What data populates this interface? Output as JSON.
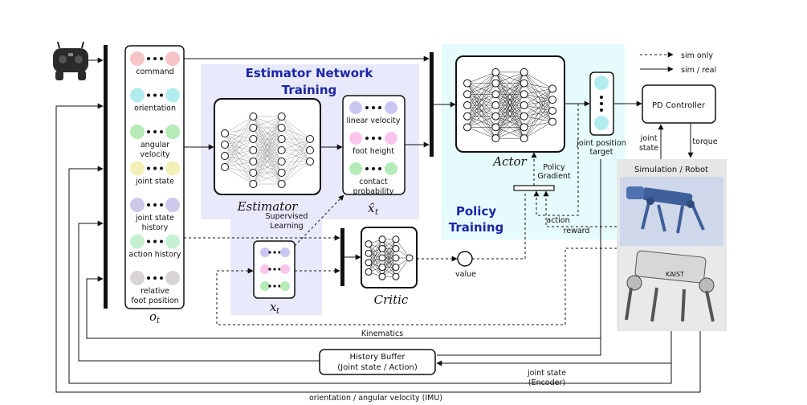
{
  "observation": {
    "items": [
      {
        "lines": [
          "command"
        ],
        "color": "#f6c3c7"
      },
      {
        "lines": [
          "orientation"
        ],
        "color": "#b3ecef"
      },
      {
        "lines": [
          "angular",
          "velocity"
        ],
        "color": "#b4ebb7"
      },
      {
        "lines": [
          "joint state"
        ],
        "color": "#f2f0b7"
      },
      {
        "lines": [
          "joint state",
          "history"
        ],
        "color": "#cdc9ea"
      },
      {
        "lines": [
          "action history"
        ],
        "color": "#c6f0d2"
      },
      {
        "lines": [
          "relative",
          "foot position"
        ],
        "color": "#d8d4d4"
      }
    ],
    "symbol": "o",
    "subscript": "t"
  },
  "estimator_section": {
    "title_line1": "Estimator Network",
    "title_line2": "Training",
    "net_label": "Estimator"
  },
  "estimated_state": {
    "items": [
      {
        "lines": [
          "linear velocity"
        ],
        "color": "#c9c7f2"
      },
      {
        "lines": [
          "foot height"
        ],
        "color": "#fbc4ec"
      },
      {
        "lines": [
          "contact",
          "probability"
        ],
        "color": "#b4ebb7"
      }
    ],
    "symbol": "x̂",
    "subscript": "t"
  },
  "true_state": {
    "items": [
      {
        "color": "#c9c7f2"
      },
      {
        "color": "#fbc4ec"
      },
      {
        "color": "#b4ebb7"
      }
    ],
    "symbol": "x",
    "subscript": "t"
  },
  "labels": {
    "supervised_line1": "Supervised",
    "supervised_line2": "Learning",
    "actor": "Actor",
    "critic": "Critic",
    "policy_title_line1": "Policy",
    "policy_title_line2": "Training",
    "policy_gradient_line1": "Policy",
    "policy_gradient_line2": "Gradient",
    "value": "value",
    "action": "action",
    "reward": "reward",
    "joint_target_line1": "joint position",
    "joint_target_line2": "target",
    "pd_controller": "PD Controller",
    "joint_state_line1": "joint",
    "joint_state_line2": "state",
    "torque": "torque",
    "sim_robot": "Simulation / Robot",
    "kinematics": "Kinematics",
    "history_line1": "History Buffer",
    "history_line2": "(Joint state / Action)",
    "encoder_line1": "joint state",
    "encoder_line2": "(Encoder)",
    "imu": "orientation / angular velocity (IMU)",
    "legend_sim_only": "sim only",
    "legend_sim_real": "sim / real"
  },
  "robot_sim_text": "",
  "robot_real_text": "KAIST"
}
